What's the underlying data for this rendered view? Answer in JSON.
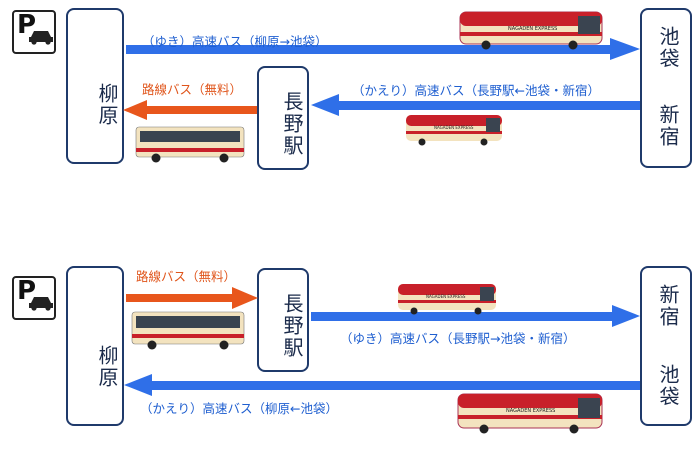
{
  "colors": {
    "blue_arrow": "#2f6fe8",
    "orange_arrow": "#e8561c",
    "station_border": "#1f3a6b",
    "bus_red": "#c8202a",
    "bus_cream": "#f3e3bf"
  },
  "icons": {
    "parking": "parking-icon",
    "car": "car-icon"
  },
  "top": {
    "parking_letter": "P",
    "yanagihara": "柳原",
    "nagano": "長野駅",
    "right_stops": [
      "池袋",
      "新宿"
    ],
    "route_going": "（ゆき）高速バス（柳原→池袋）",
    "route_return": "（かえり）高速バス（長野駅←池袋・新宿）",
    "route_local": "路線バス（無料）",
    "express_bus_text": "NAGADEN EXPRESS"
  },
  "bottom": {
    "parking_letter": "P",
    "yanagihara": "柳原",
    "nagano": "長野駅",
    "right_stops": [
      "新宿",
      "池袋"
    ],
    "route_local": "路線バス（無料）",
    "route_going": "（ゆき）高速バス（長野駅→池袋・新宿）",
    "route_return": "（かえり）高速バス（柳原←池袋）",
    "express_bus_text": "NAGADEN EXPRESS"
  }
}
